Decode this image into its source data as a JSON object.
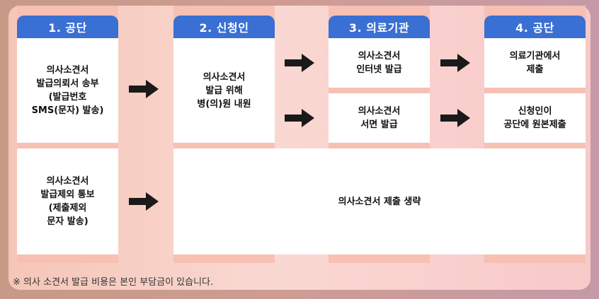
{
  "headers": [
    "1. 공단",
    "2. 신청인",
    "3. 의료기관",
    "4. 공단"
  ],
  "boxes": {
    "step1_top": "의사소견서\n발급의뢰서 송부\n(발급번호\nSMS(문자) 발송)",
    "step1_bottom": "의사소견서\n발급제외 통보\n(제출제외\n문자 발송)",
    "step2": "의사소견서\n발급 위해\n병(의)원 내원",
    "step3_top": "의사소견서\n인터넷 발급",
    "step3_bottom": "의사소견서\n서면 발급",
    "step4_top": "의료기관에서\n제출",
    "step4_bottom": "신청인이\n공단에 원본제출",
    "omit": "의사소견서 제출 생략"
  },
  "note": "※ 의사 소견서 발급 비용은 본인 부담금이 있습니다.",
  "colors": {
    "header": "#3a6fd4",
    "arrow": "#1a1a1a",
    "box": "#ffffff"
  }
}
